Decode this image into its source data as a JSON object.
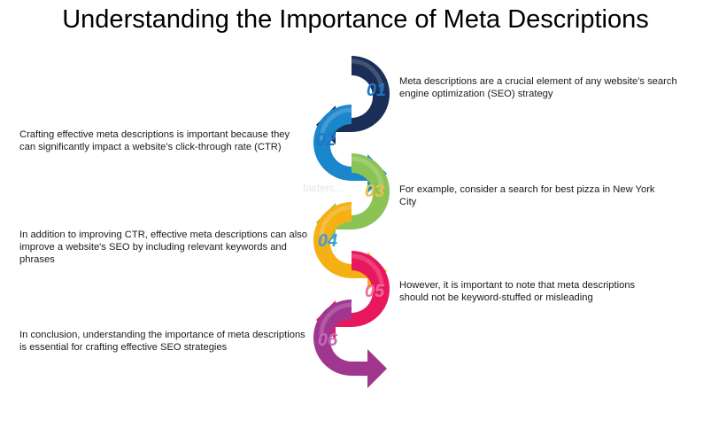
{
  "title": "Understanding the Importance of Meta Descriptions",
  "steps": [
    {
      "number": "01",
      "color": "#1a2e57",
      "text": "Meta descriptions are a crucial element of any website's search engine optimization (SEO) strategy"
    },
    {
      "number": "02",
      "color": "#1a86cc",
      "text": "Crafting effective meta descriptions is important because they can significantly impact a website's click-through rate (CTR)"
    },
    {
      "number": "03",
      "color": "#8cc356",
      "text": "For example, consider a search for best pizza in New York City"
    },
    {
      "number": "04",
      "color": "#f5b014",
      "text": "In addition to improving CTR, effective meta descriptions can also improve a website's SEO by including relevant keywords and phrases"
    },
    {
      "number": "05",
      "color": "#e8185f",
      "text": "However, it is important to note that meta descriptions should not be keyword-stuffed or misleading"
    },
    {
      "number": "06",
      "color": "#a0368e",
      "text": "In conclusion, understanding the importance of meta descriptions is essential for crafting effective SEO strategies"
    }
  ],
  "watermark": "fasterc..."
}
